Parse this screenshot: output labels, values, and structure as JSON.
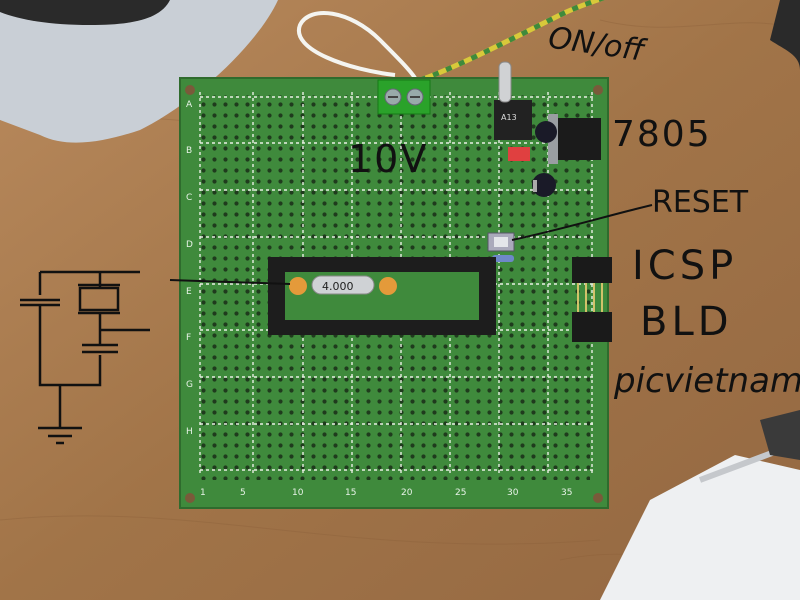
{
  "annotations": {
    "voltage": "10V",
    "switch": "ON/off",
    "regulator": "7805",
    "reset": "RESET",
    "icsp": "ICSP",
    "bld": "BLD",
    "brand": "picvietnam"
  },
  "pcb": {
    "row_labels": [
      "A",
      "B",
      "C",
      "D",
      "E",
      "F",
      "G",
      "H"
    ],
    "column_labels": [
      "1",
      "5",
      "10",
      "15",
      "20",
      "25",
      "30",
      "35"
    ],
    "crystal_marking": "4.000"
  },
  "colors": {
    "desk": "#a0734a",
    "board": "#3f8a3c",
    "grid_lines": "#e9efe4",
    "ink": "#111111"
  }
}
